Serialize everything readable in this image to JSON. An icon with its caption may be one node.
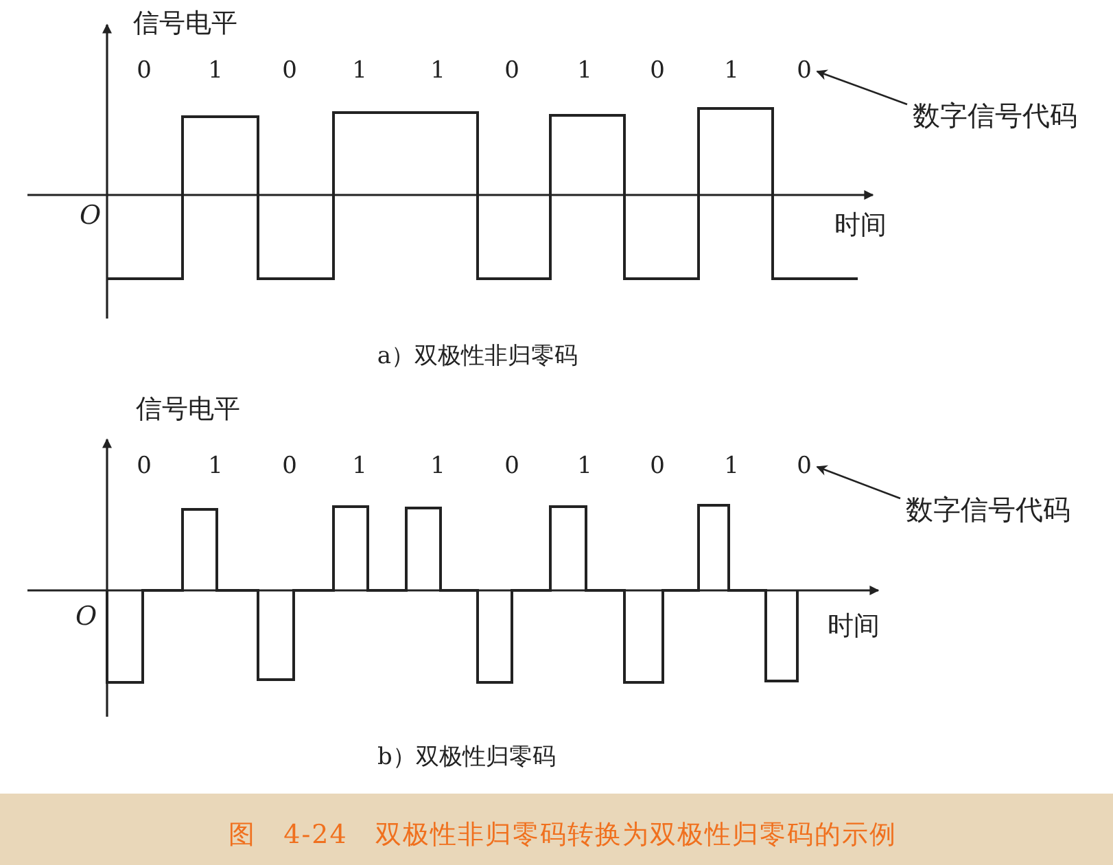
{
  "diagram": {
    "caption": "图　4-24　双极性非归零码转换为双极性归零码的示例",
    "nodes": [
      {
        "text": [
          "数字信号代码"
        ]
      },
      {
        "text": [
          "0"
        ]
      },
      {
        "text": [
          "数字信号代码"
        ]
      },
      {
        "text": [
          "0"
        ]
      }
    ],
    "edges": [
      {
        "from": 0,
        "to": 1,
        "arrow": "to"
      },
      {
        "from": 2,
        "to": 3,
        "arrow": "to"
      }
    ],
    "labels": [
      "信号电平",
      "0",
      "1",
      "0",
      "1",
      "1",
      "0",
      "1",
      "0",
      "1",
      "O",
      "时间",
      "a）双极性非归零码",
      "信号电平",
      "0",
      "1",
      "0",
      "1",
      "1",
      "0",
      "1",
      "0",
      "1",
      "O",
      "时间",
      "b）双极性归零码"
    ]
  }
}
